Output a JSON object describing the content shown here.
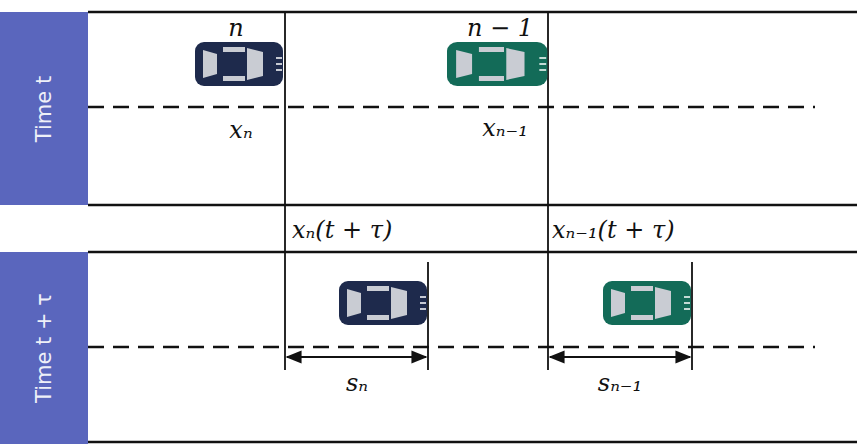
{
  "diagram": {
    "nodes": [
      {
        "text": [
          "Time t"
        ]
      },
      {
        "text": [
          "Time t + τ"
        ]
      }
    ],
    "labels": [
      "n",
      "n − 1",
      "xₙ",
      "xₙ₋₁",
      "xₙ(t + τ)",
      "xₙ₋₁(t + τ)",
      "sₙ",
      "sₙ₋₁"
    ]
  }
}
